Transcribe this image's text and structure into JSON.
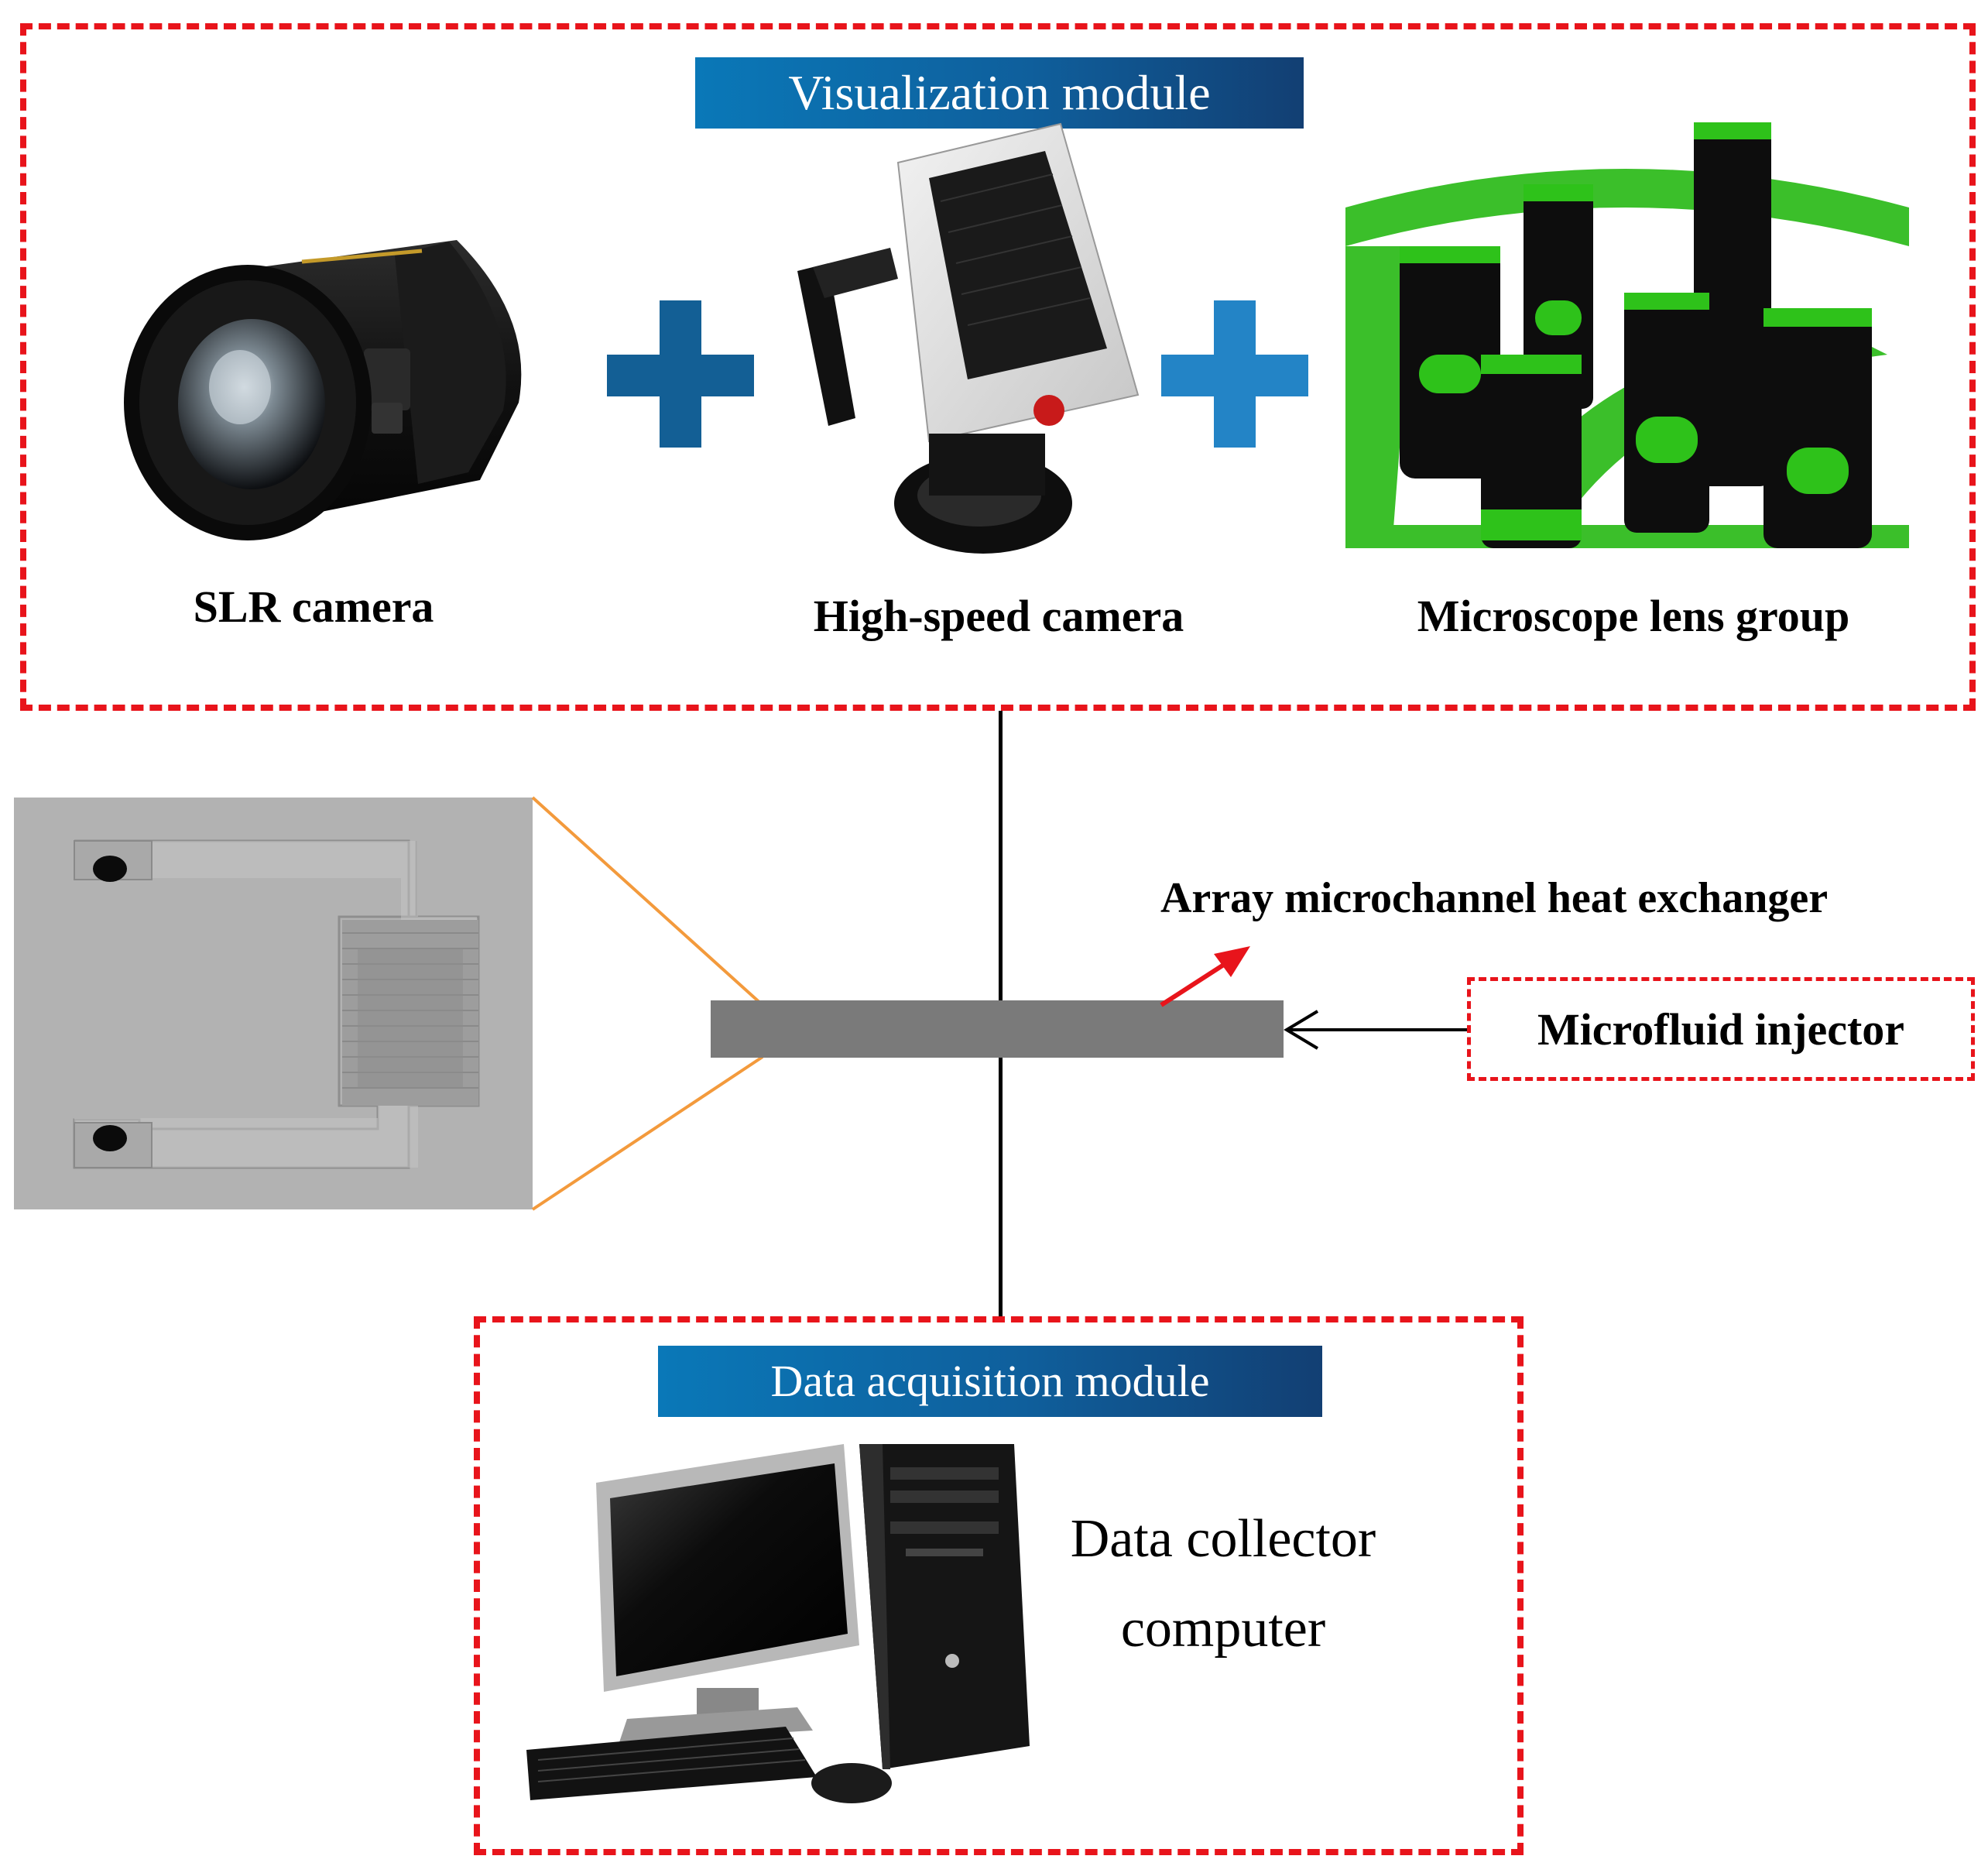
{
  "visualization": {
    "title": "Visualization  module",
    "slr_label": "SLR camera",
    "highspeed_label": "High-speed camera",
    "microscope_label": "Microscope lens group"
  },
  "center": {
    "heat_exchanger_label": "Array microchannel heat exchanger",
    "injector_label": "Microfluid injector"
  },
  "data_acquisition": {
    "title": "Data acquisition module",
    "computer_label_line1": "Data collector",
    "computer_label_line2": "computer"
  },
  "colors": {
    "dash_red": "#e8141b",
    "banner_blue": "#0a78b8",
    "plus_dark_blue": "#135f95",
    "plus_light_blue": "#2384c6",
    "microscope_green": "#3bbf2a",
    "connector_orange": "#f39a3c",
    "arrow_red": "#e8141b"
  },
  "icons": [
    "slr-camera-icon",
    "high-speed-camera-icon",
    "microscope-lens-group-icon",
    "microchannel-chip-icon",
    "desktop-computer-icon"
  ]
}
